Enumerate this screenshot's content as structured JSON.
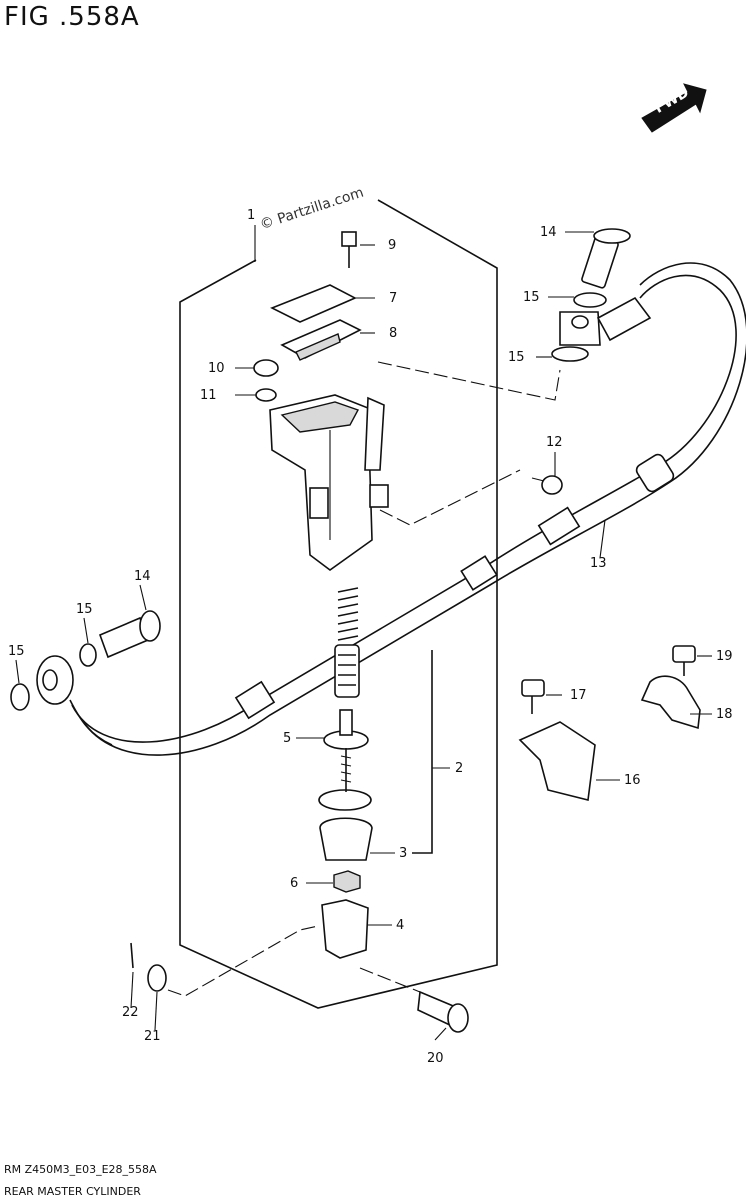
{
  "header": {
    "figure_title": "FIG .558A",
    "watermark": "© Partzilla.com",
    "fwd_label": "FWD"
  },
  "footer": {
    "model_code": "RM Z450M3_E03_E28_558A",
    "caption": "REAR MASTER CYLINDER"
  },
  "callouts": [
    {
      "id": "c1",
      "label": "1"
    },
    {
      "id": "c2",
      "label": "2"
    },
    {
      "id": "c3",
      "label": "3"
    },
    {
      "id": "c4",
      "label": "4"
    },
    {
      "id": "c5",
      "label": "5"
    },
    {
      "id": "c6",
      "label": "6"
    },
    {
      "id": "c7",
      "label": "7"
    },
    {
      "id": "c8",
      "label": "8"
    },
    {
      "id": "c9",
      "label": "9"
    },
    {
      "id": "c10",
      "label": "10"
    },
    {
      "id": "c11",
      "label": "11"
    },
    {
      "id": "c12",
      "label": "12"
    },
    {
      "id": "c13",
      "label": "13"
    },
    {
      "id": "c14a",
      "label": "14"
    },
    {
      "id": "c14b",
      "label": "14"
    },
    {
      "id": "c15a",
      "label": "15"
    },
    {
      "id": "c15b",
      "label": "15"
    },
    {
      "id": "c15c",
      "label": "15"
    },
    {
      "id": "c15d",
      "label": "15"
    },
    {
      "id": "c16",
      "label": "16"
    },
    {
      "id": "c17",
      "label": "17"
    },
    {
      "id": "c18",
      "label": "18"
    },
    {
      "id": "c19",
      "label": "19"
    },
    {
      "id": "c20",
      "label": "20"
    },
    {
      "id": "c21",
      "label": "21"
    },
    {
      "id": "c22",
      "label": "22"
    }
  ]
}
